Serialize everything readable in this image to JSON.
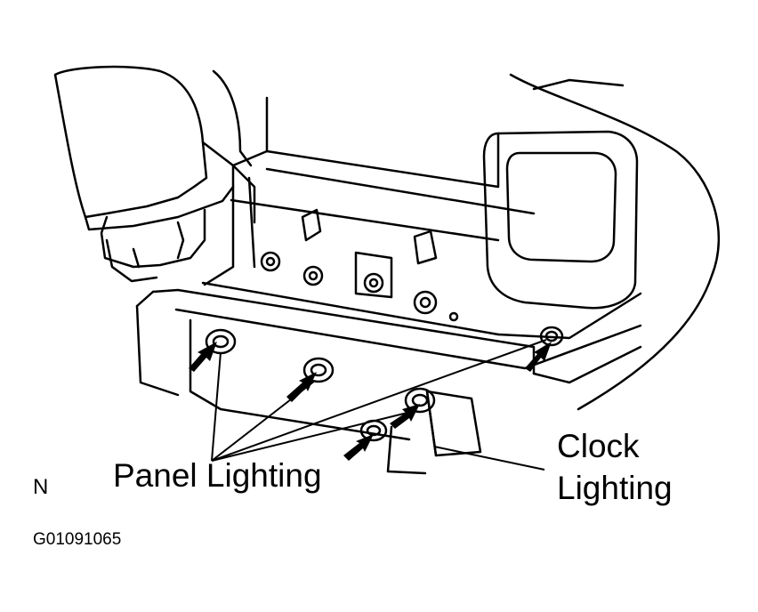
{
  "labels": {
    "panel_lighting": "Panel Lighting",
    "clock_lighting_line1": "Clock",
    "clock_lighting_line2": "Lighting",
    "orientation_mark": "N",
    "figure_code": "G01091065"
  },
  "colors": {
    "line": "#000000",
    "background": "#ffffff"
  },
  "icons": {
    "pointer": "solid-arrow-icon"
  }
}
